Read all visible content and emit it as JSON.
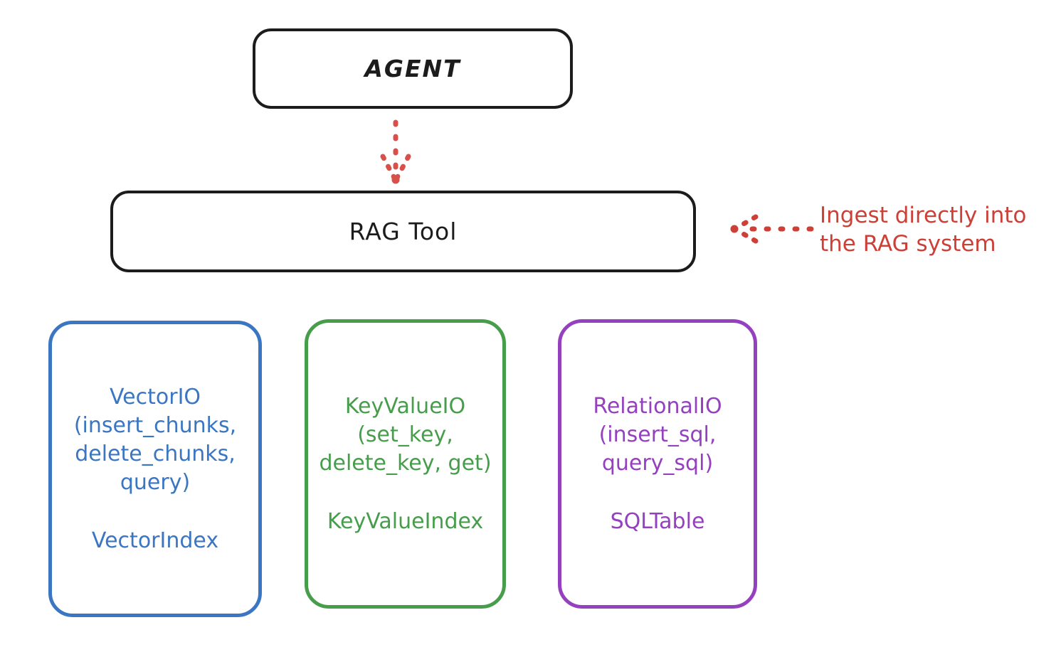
{
  "diagram": {
    "title_nodes": [
      {
        "id": "agent",
        "label": "AGENT"
      },
      {
        "id": "rag-tool",
        "label": "RAG Tool"
      }
    ],
    "agent": {
      "label": "AGENT",
      "color": "#1c1c1c"
    },
    "rag_tool": {
      "label": "RAG Tool",
      "color": "#1c1c1c"
    },
    "providers": [
      {
        "id": "vector",
        "api": "VectorIO\n(insert_chunks,\ndelete_chunks,\nquery)",
        "entity": "VectorIndex",
        "color": "#3a76c2"
      },
      {
        "id": "keyvalue",
        "api": "KeyValueIO\n(set_key,\ndelete_key, get)",
        "entity": "KeyValueIndex",
        "color": "#469e4b"
      },
      {
        "id": "relational",
        "api": "RelationalIO\n(insert_sql,\nquery_sql)",
        "entity": "SQLTable",
        "color": "#9540bf"
      }
    ],
    "annotation": {
      "text": "Ingest directly into\nthe RAG system",
      "color": "#cc4038"
    },
    "connectors": {
      "agent_to_rag": {
        "name": "agent-to-rag-arrow",
        "style": "dotted",
        "direction": "down",
        "color": "#d9504a"
      },
      "annotation_to_rag": {
        "name": "annotation-to-rag-arrow",
        "style": "dotted",
        "direction": "left",
        "color": "#cc4038"
      }
    }
  }
}
